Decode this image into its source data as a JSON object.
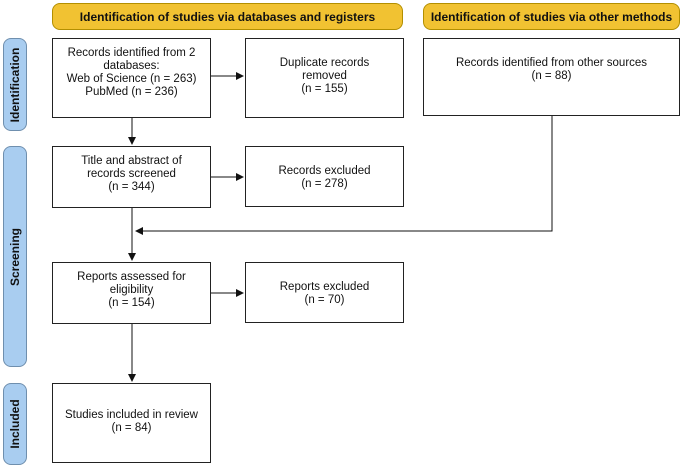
{
  "headers": {
    "databases": "Identification of studies via databases and registers",
    "other": "Identification of studies via other methods"
  },
  "stages": {
    "identification": "Identification",
    "screening": "Screening",
    "included": "Included"
  },
  "boxes": {
    "records_identified": [
      "Records identified from 2",
      "databases:",
      "Web of Science (n = 263)",
      "PubMed (n = 236)"
    ],
    "duplicates_removed": [
      "Duplicate records",
      "removed",
      "(n = 155)"
    ],
    "other_sources": [
      "Records identified from other sources",
      "(n = 88)"
    ],
    "screened": [
      "Title and abstract of",
      "records screened",
      "(n = 344)"
    ],
    "excluded": [
      "Records excluded",
      "(n = 278)"
    ],
    "assessed": [
      "Reports assessed for",
      "eligibility",
      "(n = 154)"
    ],
    "reports_excluded": [
      "Reports excluded",
      "(n = 70)"
    ],
    "included": [
      "Studies included in review",
      "(n = 84)"
    ]
  }
}
